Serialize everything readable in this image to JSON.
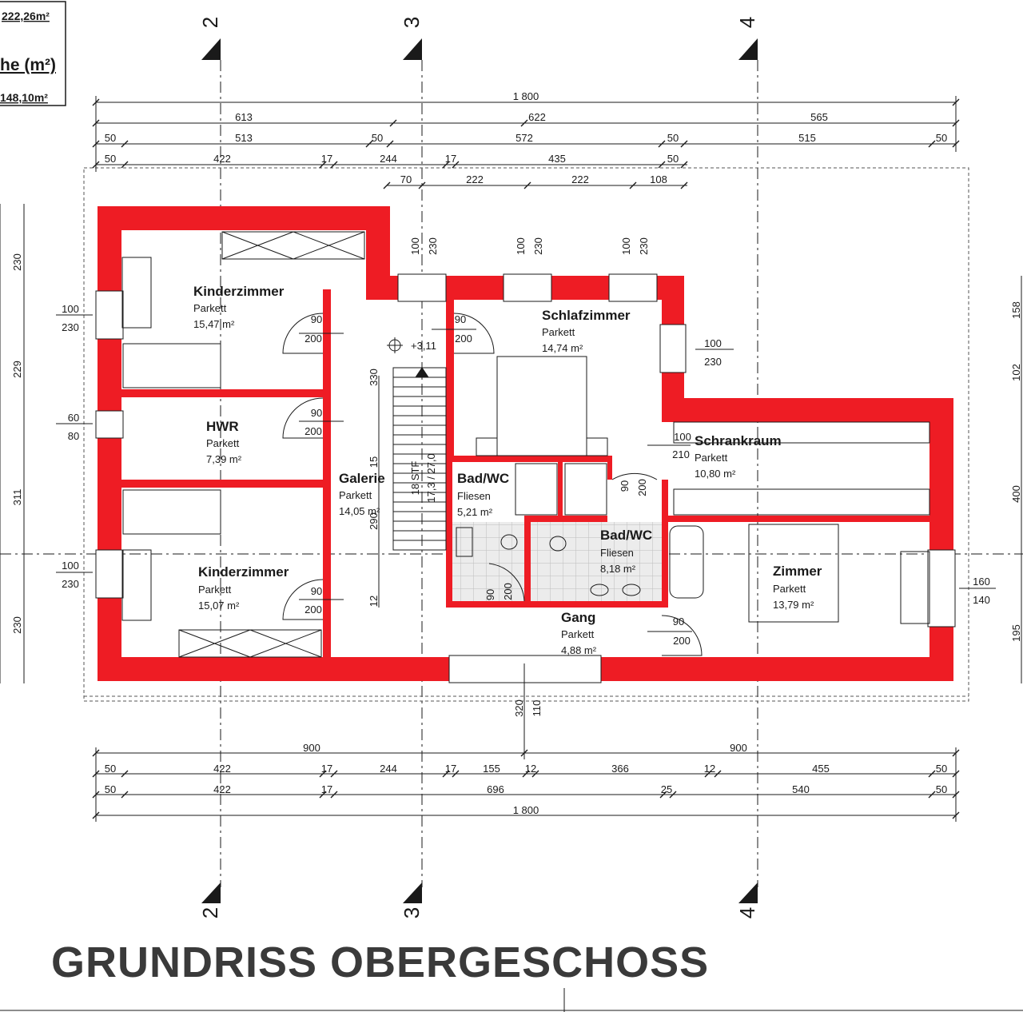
{
  "title": "GRUNDRISS OBERGESCHOSS",
  "legend": {
    "area_total": "222,26m²",
    "heading": "he (m²)",
    "area_living": "148,10m²"
  },
  "axes": [
    "2",
    "3",
    "4"
  ],
  "rooms": [
    {
      "name": "Kinderzimmer",
      "floor": "Parkett",
      "area": "15,47 m²"
    },
    {
      "name": "HWR",
      "floor": "Parkett",
      "area": "7,39 m²"
    },
    {
      "name": "Kinderzimmer",
      "floor": "Parkett",
      "area": "15,07 m²"
    },
    {
      "name": "Galerie",
      "floor": "Parkett",
      "area": "14,05 m²"
    },
    {
      "name": "Schlafzimmer",
      "floor": "Parkett",
      "area": "14,74 m²"
    },
    {
      "name": "Schrankraum",
      "floor": "Parkett",
      "area": "10,80 m²"
    },
    {
      "name": "Bad/WC",
      "floor": "Fliesen",
      "area": "5,21 m²"
    },
    {
      "name": "Bad/WC",
      "floor": "Fliesen",
      "area": "8,18 m²"
    },
    {
      "name": "Zimmer",
      "floor": "Parkett",
      "area": "13,79 m²"
    },
    {
      "name": "Gang",
      "floor": "Parkett",
      "area": "4,88 m²"
    }
  ],
  "level_mark": "+3,11",
  "stair_label": [
    "18 STF",
    "17,3 / 27,0"
  ],
  "dims_top": {
    "overall": "1 800",
    "row1": [
      "613",
      "622",
      "565"
    ],
    "row2": [
      "50",
      "513",
      "50",
      "572",
      "50",
      "515",
      "50"
    ],
    "row3": [
      "50",
      "422",
      "17",
      "244",
      "17",
      "435",
      "50"
    ],
    "row4": [
      "70",
      "222",
      "222",
      "108"
    ]
  },
  "dims_bottom": {
    "row1": [
      "900",
      "900"
    ],
    "row2": [
      "50",
      "422",
      "17",
      "244",
      "17",
      "155",
      "12",
      "366",
      "12",
      "455",
      "50"
    ],
    "row3": [
      "50",
      "422",
      "17",
      "696",
      "25",
      "540",
      "50"
    ],
    "overall": "1 800"
  },
  "dims_left": [
    "230",
    "229",
    "311",
    "230"
  ],
  "dims_right": [
    "158",
    "102",
    "400",
    "195"
  ],
  "openings": [
    {
      "w": "100",
      "h": "230"
    },
    {
      "w": "60",
      "h": "80"
    },
    {
      "w": "100",
      "h": "230"
    },
    {
      "w": "100",
      "h": "230"
    },
    {
      "w": "160",
      "h": "140"
    },
    {
      "w": "100",
      "h": "210"
    },
    {
      "w": "100",
      "h": "230"
    },
    {
      "w": "100",
      "h": "230"
    },
    {
      "w": "100",
      "h": "230"
    }
  ],
  "doors": [
    {
      "w": "90",
      "h": "200"
    },
    {
      "w": "90",
      "h": "200"
    },
    {
      "w": "90",
      "h": "200"
    },
    {
      "w": "90",
      "h": "200"
    },
    {
      "w": "90",
      "h": "200"
    },
    {
      "w": "90",
      "h": "200"
    },
    {
      "w": "90",
      "h": "200"
    }
  ],
  "gallery_dims": [
    "330",
    "15",
    "290",
    "12"
  ],
  "bottom_opening": [
    "320",
    "110"
  ],
  "colors": {
    "wall": "#ee1c24",
    "line": "#1a1a1a",
    "tile": "#dcdcdc",
    "title": "#3a3a3a"
  }
}
